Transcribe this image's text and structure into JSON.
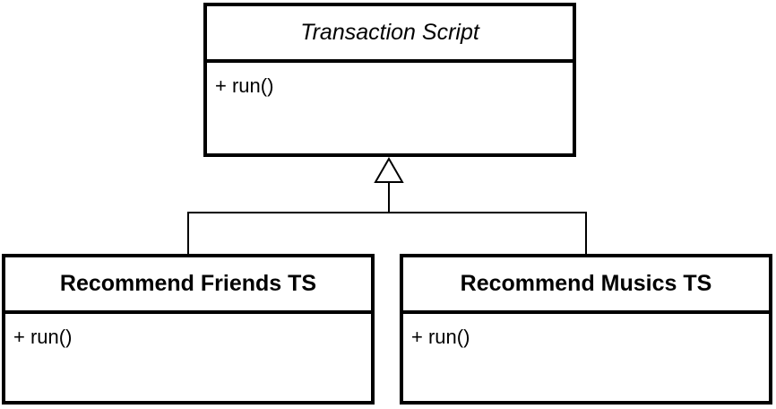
{
  "diagram": {
    "type": "uml-class-diagram",
    "classes": [
      {
        "name": "Transaction Script",
        "abstract": true,
        "methods": [
          "+ run()"
        ]
      },
      {
        "name": "Recommend Friends TS",
        "abstract": false,
        "methods": [
          "+ run()"
        ]
      },
      {
        "name": "Recommend Musics TS",
        "abstract": false,
        "methods": [
          "+ run()"
        ]
      }
    ],
    "relations": [
      {
        "type": "generalization",
        "from": "Recommend Friends TS",
        "to": "Transaction Script"
      },
      {
        "type": "generalization",
        "from": "Recommend Musics TS",
        "to": "Transaction Script"
      }
    ],
    "colors": {
      "line": "#000000",
      "fill": "#ffffff",
      "text": "#000000"
    }
  }
}
